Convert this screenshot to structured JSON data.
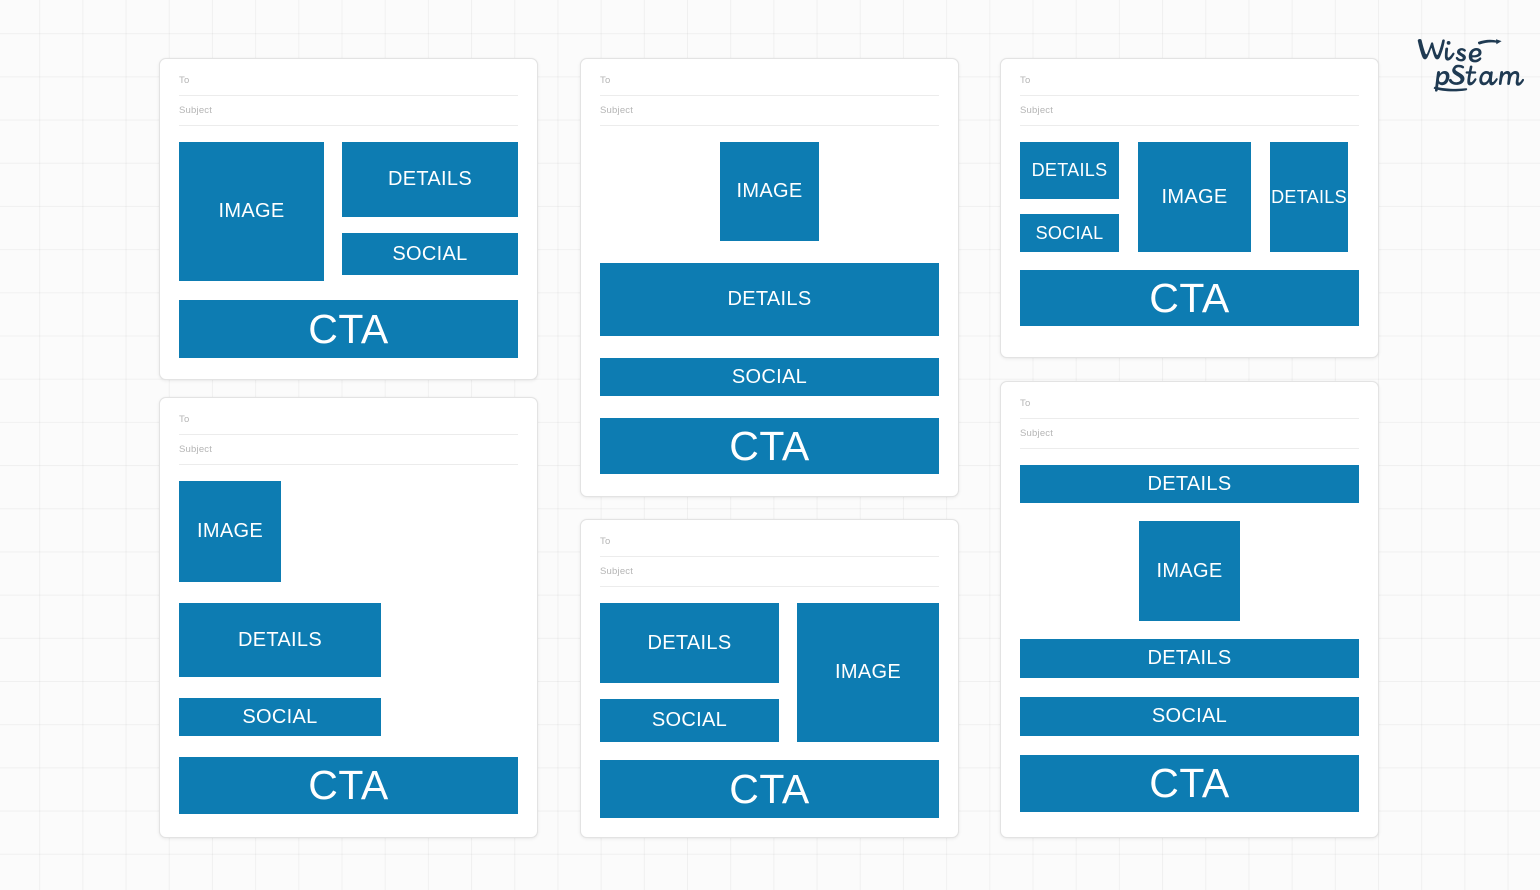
{
  "brand": {
    "logo_name": "wisestamp-logo",
    "logo_text_line1": "Wise",
    "logo_text_line2": "Stamp"
  },
  "theme": {
    "accent": "#0d7cb2",
    "page_background": "#fbfbfb",
    "card_background": "#ffffff",
    "card_border": "#e3e3e3",
    "field_label_color": "#b5b5b5",
    "field_underline": "#ececec",
    "block_text_color": "#ffffff"
  },
  "labels": {
    "to": "To",
    "subject": "Subject",
    "image": "IMAGE",
    "details": "DETAILS",
    "social": "SOCIAL",
    "cta": "CTA"
  },
  "cards": [
    {
      "id": "layout-1",
      "name": "image-left-details-social-right",
      "fields": {
        "to": "To",
        "subject": "Subject"
      },
      "blocks": [
        {
          "label": "IMAGE",
          "role": "image"
        },
        {
          "label": "DETAILS",
          "role": "details"
        },
        {
          "label": "SOCIAL",
          "role": "social"
        },
        {
          "label": "CTA",
          "role": "cta"
        }
      ]
    },
    {
      "id": "layout-2",
      "name": "centered-image-stacked-bars",
      "fields": {
        "to": "To",
        "subject": "Subject"
      },
      "blocks": [
        {
          "label": "IMAGE",
          "role": "image"
        },
        {
          "label": "DETAILS",
          "role": "details"
        },
        {
          "label": "SOCIAL",
          "role": "social"
        },
        {
          "label": "CTA",
          "role": "cta"
        }
      ]
    },
    {
      "id": "layout-3",
      "name": "three-column-image-center",
      "fields": {
        "to": "To",
        "subject": "Subject"
      },
      "blocks": [
        {
          "label": "DETAILS",
          "role": "details"
        },
        {
          "label": "SOCIAL",
          "role": "social"
        },
        {
          "label": "IMAGE",
          "role": "image"
        },
        {
          "label": "DETAILS",
          "role": "details"
        },
        {
          "label": "CTA",
          "role": "cta"
        }
      ]
    },
    {
      "id": "layout-4",
      "name": "image-left-stacked-left-bars",
      "fields": {
        "to": "To",
        "subject": "Subject"
      },
      "blocks": [
        {
          "label": "IMAGE",
          "role": "image"
        },
        {
          "label": "DETAILS",
          "role": "details"
        },
        {
          "label": "SOCIAL",
          "role": "social"
        },
        {
          "label": "CTA",
          "role": "cta"
        }
      ]
    },
    {
      "id": "layout-5",
      "name": "details-social-left-image-right",
      "fields": {
        "to": "To",
        "subject": "Subject"
      },
      "blocks": [
        {
          "label": "DETAILS",
          "role": "details"
        },
        {
          "label": "SOCIAL",
          "role": "social"
        },
        {
          "label": "IMAGE",
          "role": "image"
        },
        {
          "label": "CTA",
          "role": "cta"
        }
      ]
    },
    {
      "id": "layout-6",
      "name": "details-image-details-social-cta",
      "fields": {
        "to": "To",
        "subject": "Subject"
      },
      "blocks": [
        {
          "label": "DETAILS",
          "role": "details"
        },
        {
          "label": "IMAGE",
          "role": "image"
        },
        {
          "label": "DETAILS",
          "role": "details"
        },
        {
          "label": "SOCIAL",
          "role": "social"
        },
        {
          "label": "CTA",
          "role": "cta"
        }
      ]
    }
  ]
}
